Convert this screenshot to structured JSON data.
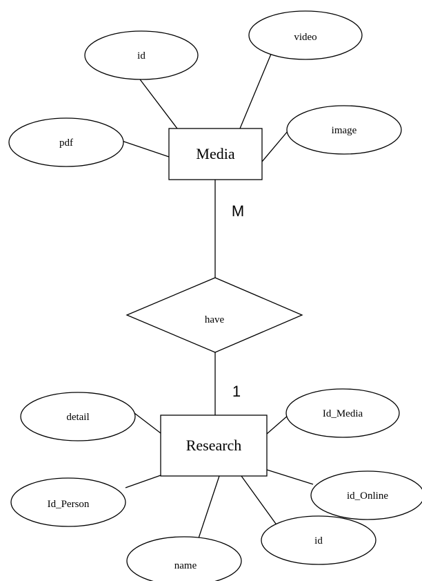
{
  "entities": {
    "media": "Media",
    "research": "Research"
  },
  "relationship": {
    "label": "have"
  },
  "cardinality": {
    "media_side": "M",
    "research_side": "1"
  },
  "attributes": {
    "media": {
      "id": "id",
      "video": "video",
      "pdf": "pdf",
      "image": "image"
    },
    "research": {
      "detail": "detail",
      "id_media": "Id_Media",
      "id_person": "Id_Person",
      "id_online": "id_Online",
      "name": "name",
      "id": "id"
    }
  },
  "colors": {
    "stroke": "#000000",
    "fill": "#ffffff",
    "text": "#000000"
  }
}
